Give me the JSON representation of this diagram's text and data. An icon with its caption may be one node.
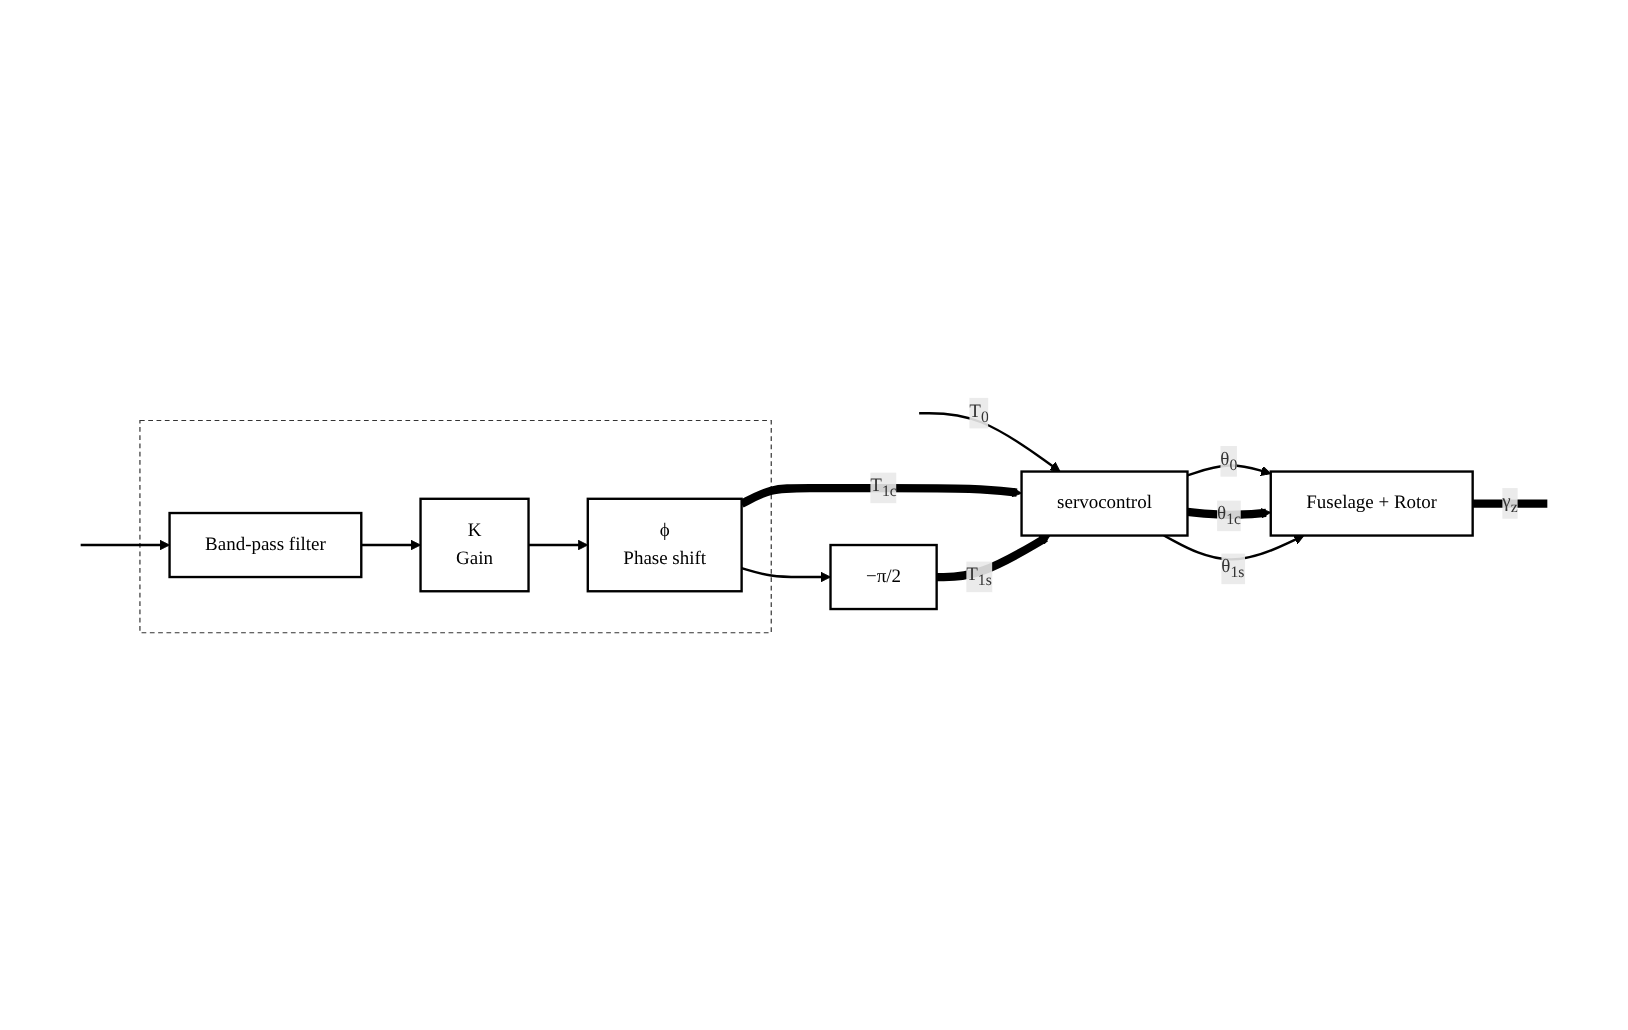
{
  "diagram": {
    "nodes": [
      {
        "text": [
          "servocontrol"
        ]
      },
      {
        "text": [
          "Fuselage + Rotor"
        ]
      },
      {
        "text": [
          "−π/2"
        ]
      },
      {
        "text": [],
        "shape": "box"
      },
      {
        "text": [
          "ϕ",
          "Phase shift"
        ],
        "in": 3
      },
      {
        "text": [
          "K",
          "Gain"
        ],
        "in": 3
      },
      {
        "text": [
          "Band-pass filter"
        ],
        "in": 3
      }
    ],
    "edges": [
      {
        "from": null,
        "to": 0,
        "arrow": "to",
        "label": "T$_{0}$"
      },
      {
        "from": 4,
        "to": 0,
        "arrow": "to",
        "label": "T$_{1c}$",
        "style": "thick"
      },
      {
        "from": 4,
        "to": 2,
        "arrow": "to"
      },
      {
        "from": 2,
        "to": 0,
        "arrow": "to",
        "label": "T$_{1s}$",
        "style": "thick"
      },
      {
        "from": 0,
        "to": 1,
        "arrow": "to",
        "label": "θ$_{0}$"
      },
      {
        "from": 0,
        "to": 1,
        "arrow": "to",
        "label": "θ$_{1c}$",
        "style": "thick"
      },
      {
        "from": 0,
        "to": 1,
        "arrow": "to",
        "label": "θ$_{1s}$"
      },
      {
        "from": 1,
        "to": null,
        "arrow": "none",
        "label": "γ$_{z}$",
        "style": "thick"
      },
      {
        "from": null,
        "to": 6,
        "arrow": "to"
      },
      {
        "from": 6,
        "to": 5,
        "arrow": "to"
      },
      {
        "from": 5,
        "to": 4,
        "arrow": "to"
      }
    ]
  }
}
